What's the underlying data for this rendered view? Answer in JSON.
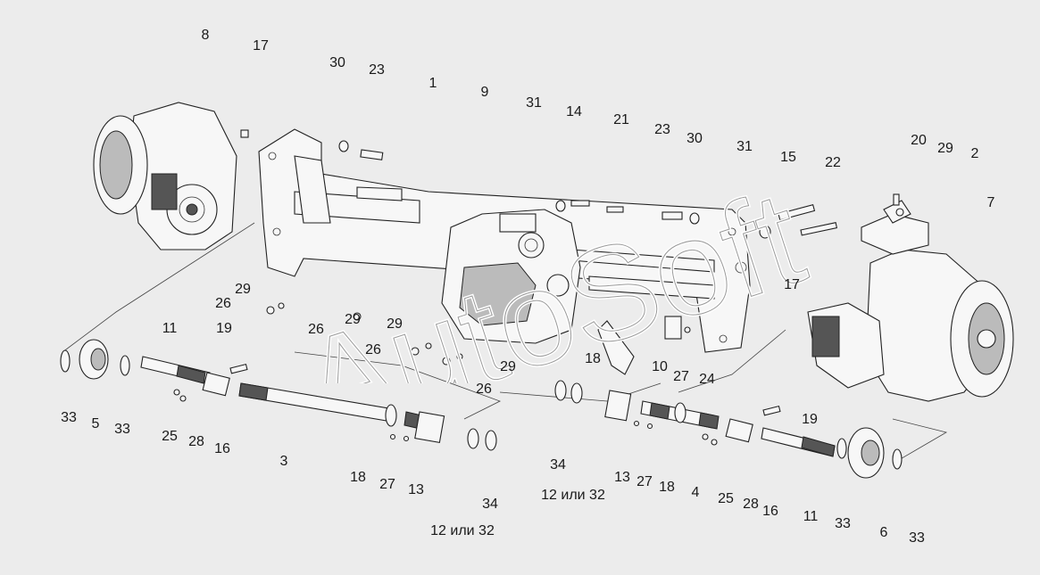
{
  "callouts": [
    {
      "id": "c8",
      "text": "8"
    },
    {
      "id": "c17a",
      "text": "17"
    },
    {
      "id": "c30a",
      "text": "30"
    },
    {
      "id": "c23a",
      "text": "23"
    },
    {
      "id": "c1",
      "text": "1"
    },
    {
      "id": "c9",
      "text": "9"
    },
    {
      "id": "c31a",
      "text": "31"
    },
    {
      "id": "c14",
      "text": "14"
    },
    {
      "id": "c21",
      "text": "21"
    },
    {
      "id": "c23b",
      "text": "23"
    },
    {
      "id": "c30b",
      "text": "30"
    },
    {
      "id": "c31b",
      "text": "31"
    },
    {
      "id": "c15",
      "text": "15"
    },
    {
      "id": "c22",
      "text": "22"
    },
    {
      "id": "c20",
      "text": "20"
    },
    {
      "id": "c29a",
      "text": "29"
    },
    {
      "id": "c2",
      "text": "2"
    },
    {
      "id": "c7",
      "text": "7"
    },
    {
      "id": "c17b",
      "text": "17"
    },
    {
      "id": "c29b",
      "text": "29"
    },
    {
      "id": "c26a",
      "text": "26"
    },
    {
      "id": "c29c",
      "text": "29"
    },
    {
      "id": "c26b",
      "text": "26"
    },
    {
      "id": "c29d",
      "text": "29"
    },
    {
      "id": "c11a",
      "text": "11"
    },
    {
      "id": "c19a",
      "text": "19"
    },
    {
      "id": "c26c",
      "text": "26"
    },
    {
      "id": "c29e",
      "text": "29"
    },
    {
      "id": "c18a",
      "text": "18"
    },
    {
      "id": "c10",
      "text": "10"
    },
    {
      "id": "c27a",
      "text": "27"
    },
    {
      "id": "c24",
      "text": "24"
    },
    {
      "id": "c26d",
      "text": "26"
    },
    {
      "id": "c33a",
      "text": "33"
    },
    {
      "id": "c5",
      "text": "5"
    },
    {
      "id": "c33b",
      "text": "33"
    },
    {
      "id": "c25a",
      "text": "25"
    },
    {
      "id": "c28a",
      "text": "28"
    },
    {
      "id": "c16a",
      "text": "16"
    },
    {
      "id": "c3",
      "text": "3"
    },
    {
      "id": "c18b",
      "text": "18"
    },
    {
      "id": "c27b",
      "text": "27"
    },
    {
      "id": "c13a",
      "text": "13"
    },
    {
      "id": "c34a",
      "text": "34"
    },
    {
      "id": "c12a",
      "text": "12 или 32"
    },
    {
      "id": "c34b",
      "text": "34"
    },
    {
      "id": "c12b",
      "text": "12 или 32"
    },
    {
      "id": "c13b",
      "text": "13"
    },
    {
      "id": "c27c",
      "text": "27"
    },
    {
      "id": "c18c",
      "text": "18"
    },
    {
      "id": "c4",
      "text": "4"
    },
    {
      "id": "c19b",
      "text": "19"
    },
    {
      "id": "c25b",
      "text": "25"
    },
    {
      "id": "c28b",
      "text": "28"
    },
    {
      "id": "c16b",
      "text": "16"
    },
    {
      "id": "c11b",
      "text": "11"
    },
    {
      "id": "c33c",
      "text": "33"
    },
    {
      "id": "c6",
      "text": "6"
    },
    {
      "id": "c33d",
      "text": "33"
    }
  ],
  "watermark": {
    "text": "AutoSoft",
    "color": "#ffffff"
  },
  "colors": {
    "background": "#ececec",
    "line": "#222222"
  }
}
